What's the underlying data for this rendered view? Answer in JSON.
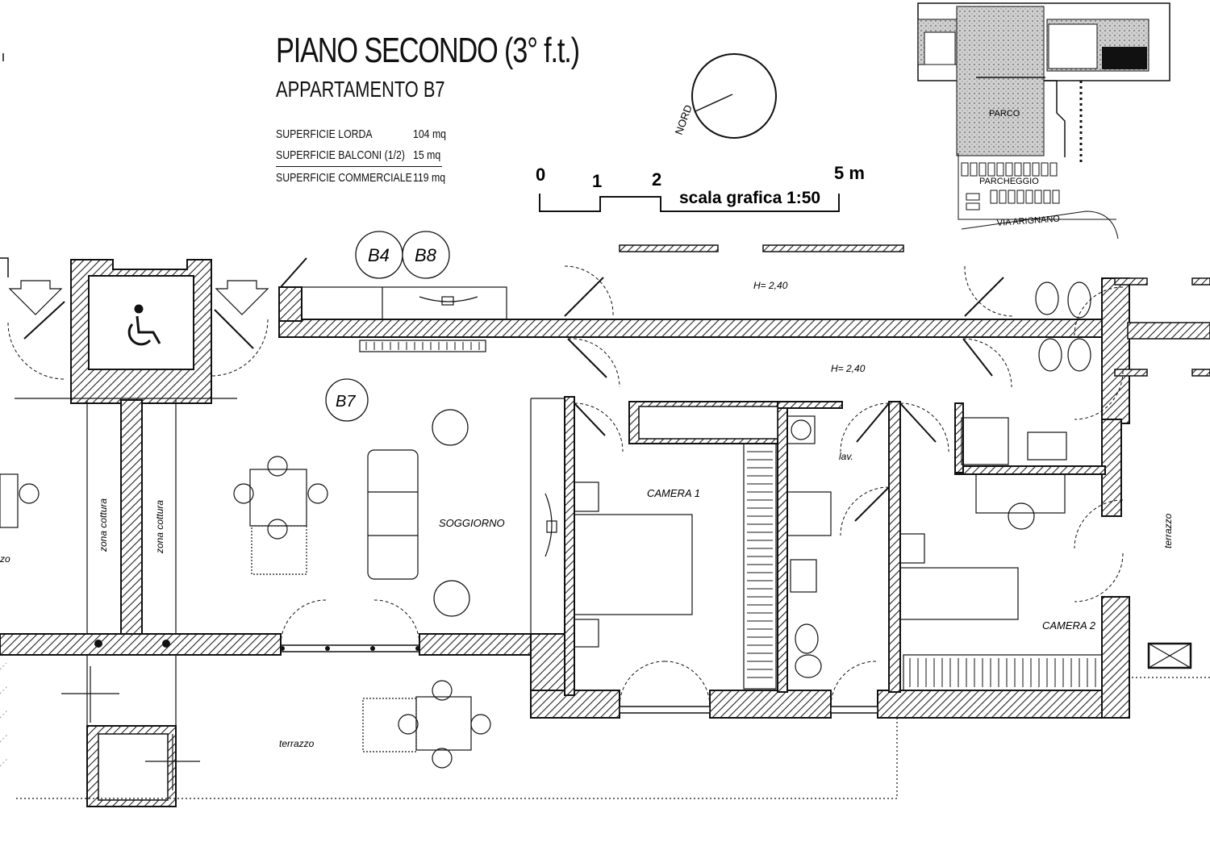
{
  "header": {
    "title": "PIANO SECONDO (3° f.t.)",
    "subtitle": "APPARTAMENTO B7"
  },
  "areas": [
    {
      "label": "SUPERFICIE LORDA",
      "value": "104 mq"
    },
    {
      "label": "SUPERFICIE BALCONI (1/2)",
      "value": "15 mq"
    },
    {
      "label": "SUPERFICIE COMMERCIALE",
      "value": "119 mq"
    }
  ],
  "north_label": "NORD",
  "scale_bar": {
    "ticks": [
      "0",
      "1",
      "2",
      "5 m"
    ],
    "caption": "scala grafica 1:50"
  },
  "site_map": {
    "park": "PARCO",
    "parking": "PARCHEGGIO",
    "street": "VIA ARIGNANO"
  },
  "plan": {
    "unit_tags": [
      "B4",
      "B8",
      "B7"
    ],
    "ceiling_heights": [
      "H= 2,40",
      "H= 2,40"
    ],
    "rooms": {
      "soggiorno": "SOGGIORNO",
      "camera1": "CAMERA 1",
      "camera2": "CAMERA 2",
      "lav": "lav.",
      "terrazzo_bottom": "terrazzo",
      "terrazzo_right": "terrazzo",
      "zona_cottura_left": "zona cottura",
      "zona_cottura_right": "zona cottura",
      "partial_left": "zo"
    }
  }
}
